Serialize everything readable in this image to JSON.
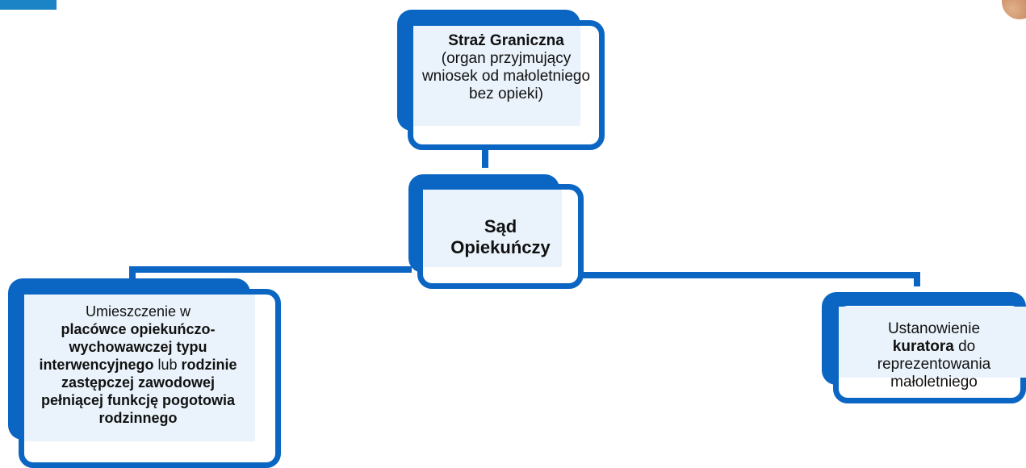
{
  "nodes": {
    "straz": {
      "bold": "Straż Graniczna",
      "text": "(organ przyjmujący wniosek od małoletniego bez opieki)"
    },
    "sad": {
      "line1": "Sąd",
      "line2": "Opiekuńczy"
    },
    "placowka": {
      "t1": "Umieszczenie w",
      "b1": "placówce opiekuńczo-wychowawczej typu interwencyjnego",
      "t2": "lub",
      "b2": "rodzinie zastępczej zawodowej pełniącej funkcję pogotowia rodzinnego"
    },
    "kurator": {
      "t1": "Ustanowienie",
      "b1": "kuratora",
      "t2": "do reprezentowania małoletniego"
    }
  },
  "colors": {
    "box_blue": "#0a66c2",
    "fill": "#eaf3fb",
    "accent": "#1a84c7"
  }
}
